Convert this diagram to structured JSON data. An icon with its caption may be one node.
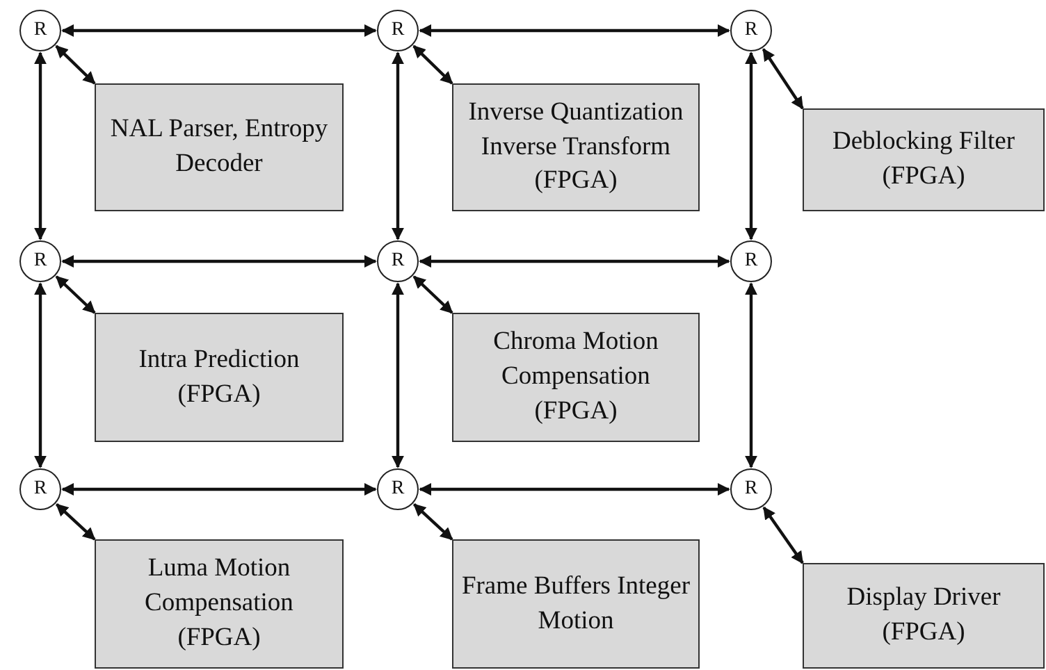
{
  "diagram": {
    "nodes": [
      {
        "text": [
          "R"
        ]
      },
      {
        "text": [
          "R"
        ]
      },
      {
        "text": [
          "R"
        ]
      },
      {
        "text": [
          "NAL Parser, Entropy Decoder"
        ]
      },
      {
        "text": [
          "Inverse Quantization Inverse Transform",
          "(FPGA)"
        ]
      },
      {
        "text": [
          "Deblocking Filter",
          "(FPGA)"
        ]
      },
      {
        "text": [
          "R"
        ]
      },
      {
        "text": [
          "R"
        ]
      },
      {
        "text": [
          "R"
        ]
      },
      {
        "text": [
          "Intra Prediction",
          "(FPGA)"
        ]
      },
      {
        "text": [
          "Chroma Motion Compensation",
          "(FPGA)"
        ]
      },
      {
        "text": [
          "R"
        ]
      },
      {
        "text": [
          "R"
        ]
      },
      {
        "text": [
          "R"
        ]
      },
      {
        "text": [
          "Luma Motion Compensation",
          "(FPGA)"
        ]
      },
      {
        "text": [
          "Frame Buffers Integer Motion"
        ]
      },
      {
        "text": [
          "Display Driver",
          "(FPGA)"
        ]
      }
    ],
    "edges": [
      {
        "from": 0,
        "to": 1,
        "arrow": "both"
      },
      {
        "from": 1,
        "to": 2,
        "arrow": "both"
      },
      {
        "from": 0,
        "to": 3,
        "arrow": "both"
      },
      {
        "from": 1,
        "to": 4,
        "arrow": "both"
      },
      {
        "from": 2,
        "to": 5,
        "arrow": "both"
      },
      {
        "from": 0,
        "to": 6,
        "arrow": "both"
      },
      {
        "from": 1,
        "to": 7,
        "arrow": "both"
      },
      {
        "from": 2,
        "to": 8,
        "arrow": "both"
      },
      {
        "from": 6,
        "to": 7,
        "arrow": "both"
      },
      {
        "from": 7,
        "to": 8,
        "arrow": "both"
      },
      {
        "from": 6,
        "to": 9,
        "arrow": "both"
      },
      {
        "from": 7,
        "to": 10,
        "arrow": "both"
      },
      {
        "from": 6,
        "to": 11,
        "arrow": "both"
      },
      {
        "from": 7,
        "to": 12,
        "arrow": "both"
      },
      {
        "from": 8,
        "to": 13,
        "arrow": "both"
      },
      {
        "from": 11,
        "to": 12,
        "arrow": "both"
      },
      {
        "from": 12,
        "to": 13,
        "arrow": "both"
      },
      {
        "from": 11,
        "to": 14,
        "arrow": "both"
      },
      {
        "from": 12,
        "to": 15,
        "arrow": "both"
      },
      {
        "from": 13,
        "to": 16,
        "arrow": "both"
      }
    ]
  }
}
